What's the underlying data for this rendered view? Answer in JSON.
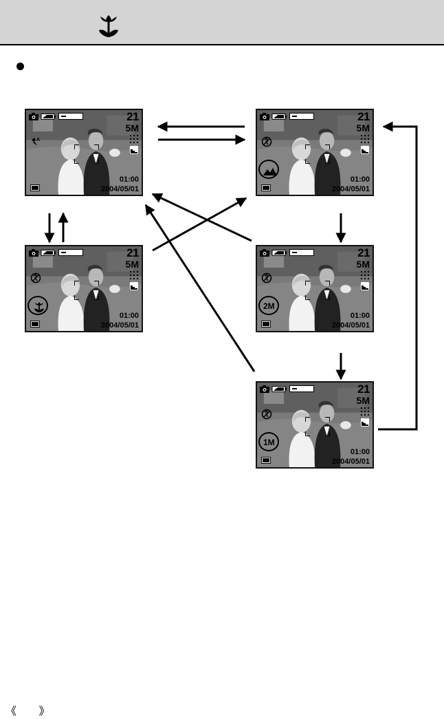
{
  "page": {
    "footer_marks": "《 》"
  },
  "screen_common": {
    "shots_remaining": "21",
    "time": "01:00",
    "date": "2004/05/01"
  },
  "screens": [
    {
      "id": "auto",
      "resolution": "5M",
      "flash": "auto-flash-icon",
      "mode": ""
    },
    {
      "id": "landscape",
      "resolution": "5M",
      "flash": "flash-off-icon",
      "mode": "landscape-icon"
    },
    {
      "id": "macro",
      "resolution": "5M",
      "flash": "flash-off-icon",
      "mode": "macro-icon"
    },
    {
      "id": "2m",
      "resolution": "5M",
      "flash": "flash-off-icon",
      "mode_label": "2M"
    },
    {
      "id": "1m",
      "resolution": "5M",
      "flash": "flash-off-icon",
      "mode_label": "1M"
    }
  ],
  "colors": {
    "header_background": "#d4d4d4",
    "screen_background": "#6e6e6e",
    "arrow": "#000000"
  }
}
